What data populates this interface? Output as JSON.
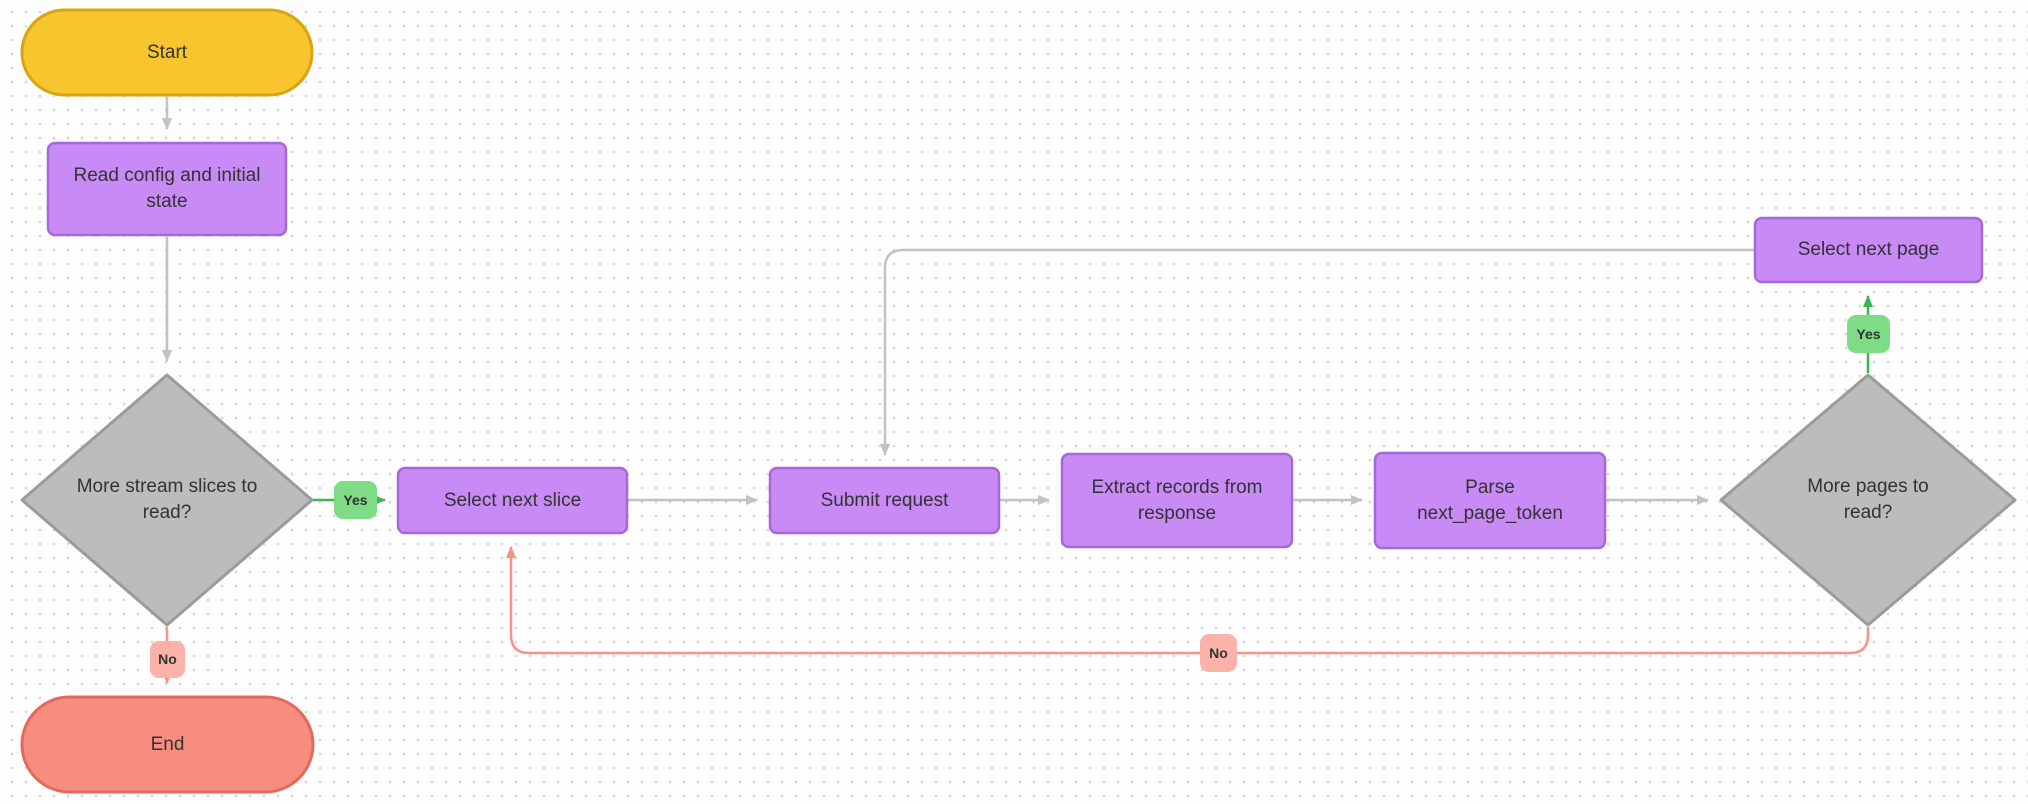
{
  "colors": {
    "canvas_bg": "#fdfdfd",
    "grid_dot": "#d8d8d8",
    "terminal_start_fill": "#f7c52e",
    "terminal_start_border": "#d9a410",
    "terminal_end_fill": "#f68d7f",
    "terminal_end_border": "#e16a5c",
    "process_fill": "#c88af5",
    "process_border": "#a667d8",
    "decision_fill": "#bcbcbc",
    "decision_border": "#9b9b9b",
    "edge_gray": "#c2c2c2",
    "edge_green": "#3cb554",
    "edge_pink": "#f9918a",
    "label_yes_fill": "#7edc87",
    "label_no_fill": "#fbb3a9",
    "text": "#333333"
  },
  "nodes": {
    "start": {
      "label": "Start"
    },
    "read_config": {
      "label": "Read config and initial state"
    },
    "more_slices": {
      "label": "More stream slices to read?"
    },
    "select_next_slice": {
      "label": "Select next slice"
    },
    "submit_request": {
      "label": "Submit request"
    },
    "extract_records": {
      "label": "Extract records from response"
    },
    "parse_token": {
      "label": "Parse next_page_token"
    },
    "more_pages": {
      "label": "More pages to read?"
    },
    "select_next_page": {
      "label": "Select next page"
    },
    "end": {
      "label": "End"
    }
  },
  "edge_labels": {
    "more_slices_yes": "Yes",
    "more_slices_no": "No",
    "more_pages_yes": "Yes",
    "more_pages_no": "No"
  }
}
